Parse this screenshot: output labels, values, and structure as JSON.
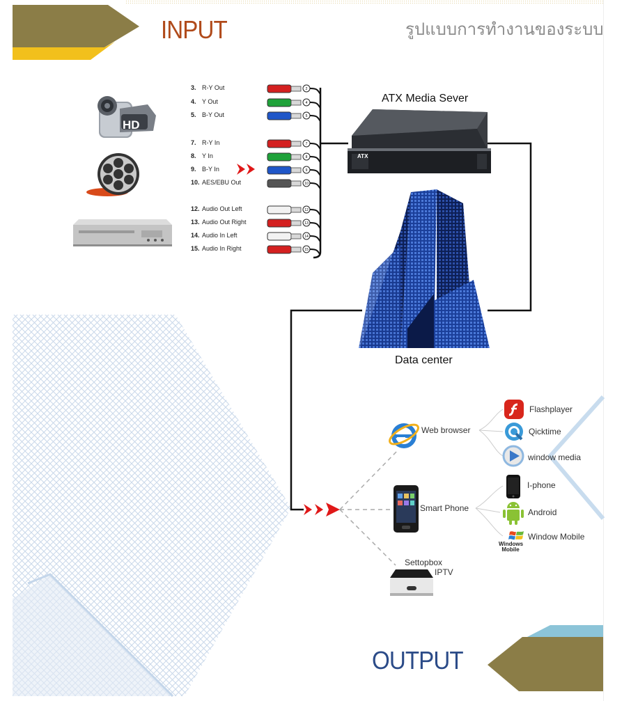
{
  "header": {
    "input_title": "INPUT",
    "thai_title": "รูปแบบการทำงานของระบบ"
  },
  "footer": {
    "output_title": "OUTPUT"
  },
  "input_ports": [
    {
      "num": "3.",
      "label": "R-Y Out",
      "color": "#d42020"
    },
    {
      "num": "4.",
      "label": "Y Out",
      "color": "#1fa23a"
    },
    {
      "num": "5.",
      "label": "B-Y Out",
      "color": "#1f56c8"
    },
    {
      "num": "7.",
      "label": "R-Y In",
      "color": "#d42020"
    },
    {
      "num": "8.",
      "label": "Y In",
      "color": "#1fa23a"
    },
    {
      "num": "9.",
      "label": "B-Y In",
      "color": "#1f56c8"
    },
    {
      "num": "10.",
      "label": "AES/EBU Out",
      "color": "#555555"
    },
    {
      "num": "12.",
      "label": "Audio Out Left",
      "color": "#f2f2f2"
    },
    {
      "num": "13.",
      "label": "Audio Out Right",
      "color": "#d42020"
    },
    {
      "num": "14.",
      "label": "Audio In Left",
      "color": "#f2f2f2"
    },
    {
      "num": "15.",
      "label": "Audio In Right",
      "color": "#d42020"
    }
  ],
  "connector_numbers": [
    "2",
    "4",
    "5",
    "7",
    "8",
    "9",
    "10",
    "12",
    "13",
    "14",
    "15"
  ],
  "devices": {
    "camera_badge": "HD",
    "server_label": "ATX Media Sever",
    "server_brand": "ATX",
    "datacenter_label": "Data center"
  },
  "outputs": {
    "web_browser": "Web browser",
    "smart_phone": "Smart Phone",
    "settopbox": "Settopbox",
    "iptv": "IPTV",
    "flashplayer": "Flashplayer",
    "qicktime": "Qicktime",
    "window_media": "window media",
    "iphone": "I-phone",
    "android": "Android",
    "window_mobile": "Window Mobile",
    "windows_mobile_logo_line1": "Windows",
    "windows_mobile_logo_line2": "Mobile"
  },
  "colors": {
    "banner_olive": "#8b7d47",
    "banner_yellow": "#f2c01c",
    "banner_blue": "#8cc4d8",
    "output_blue": "#2b4b88",
    "input_orange": "#b04a1a",
    "arrow_red": "#e01818"
  },
  "icons": [
    "hd-camera-icon",
    "film-reel-icon",
    "dvd-player-icon",
    "server-icon",
    "building-icon",
    "ie-browser-icon",
    "smartphone-icon",
    "settopbox-icon",
    "flash-icon",
    "quicktime-icon",
    "windows-media-icon",
    "iphone-icon",
    "android-icon",
    "windows-logo-icon"
  ]
}
